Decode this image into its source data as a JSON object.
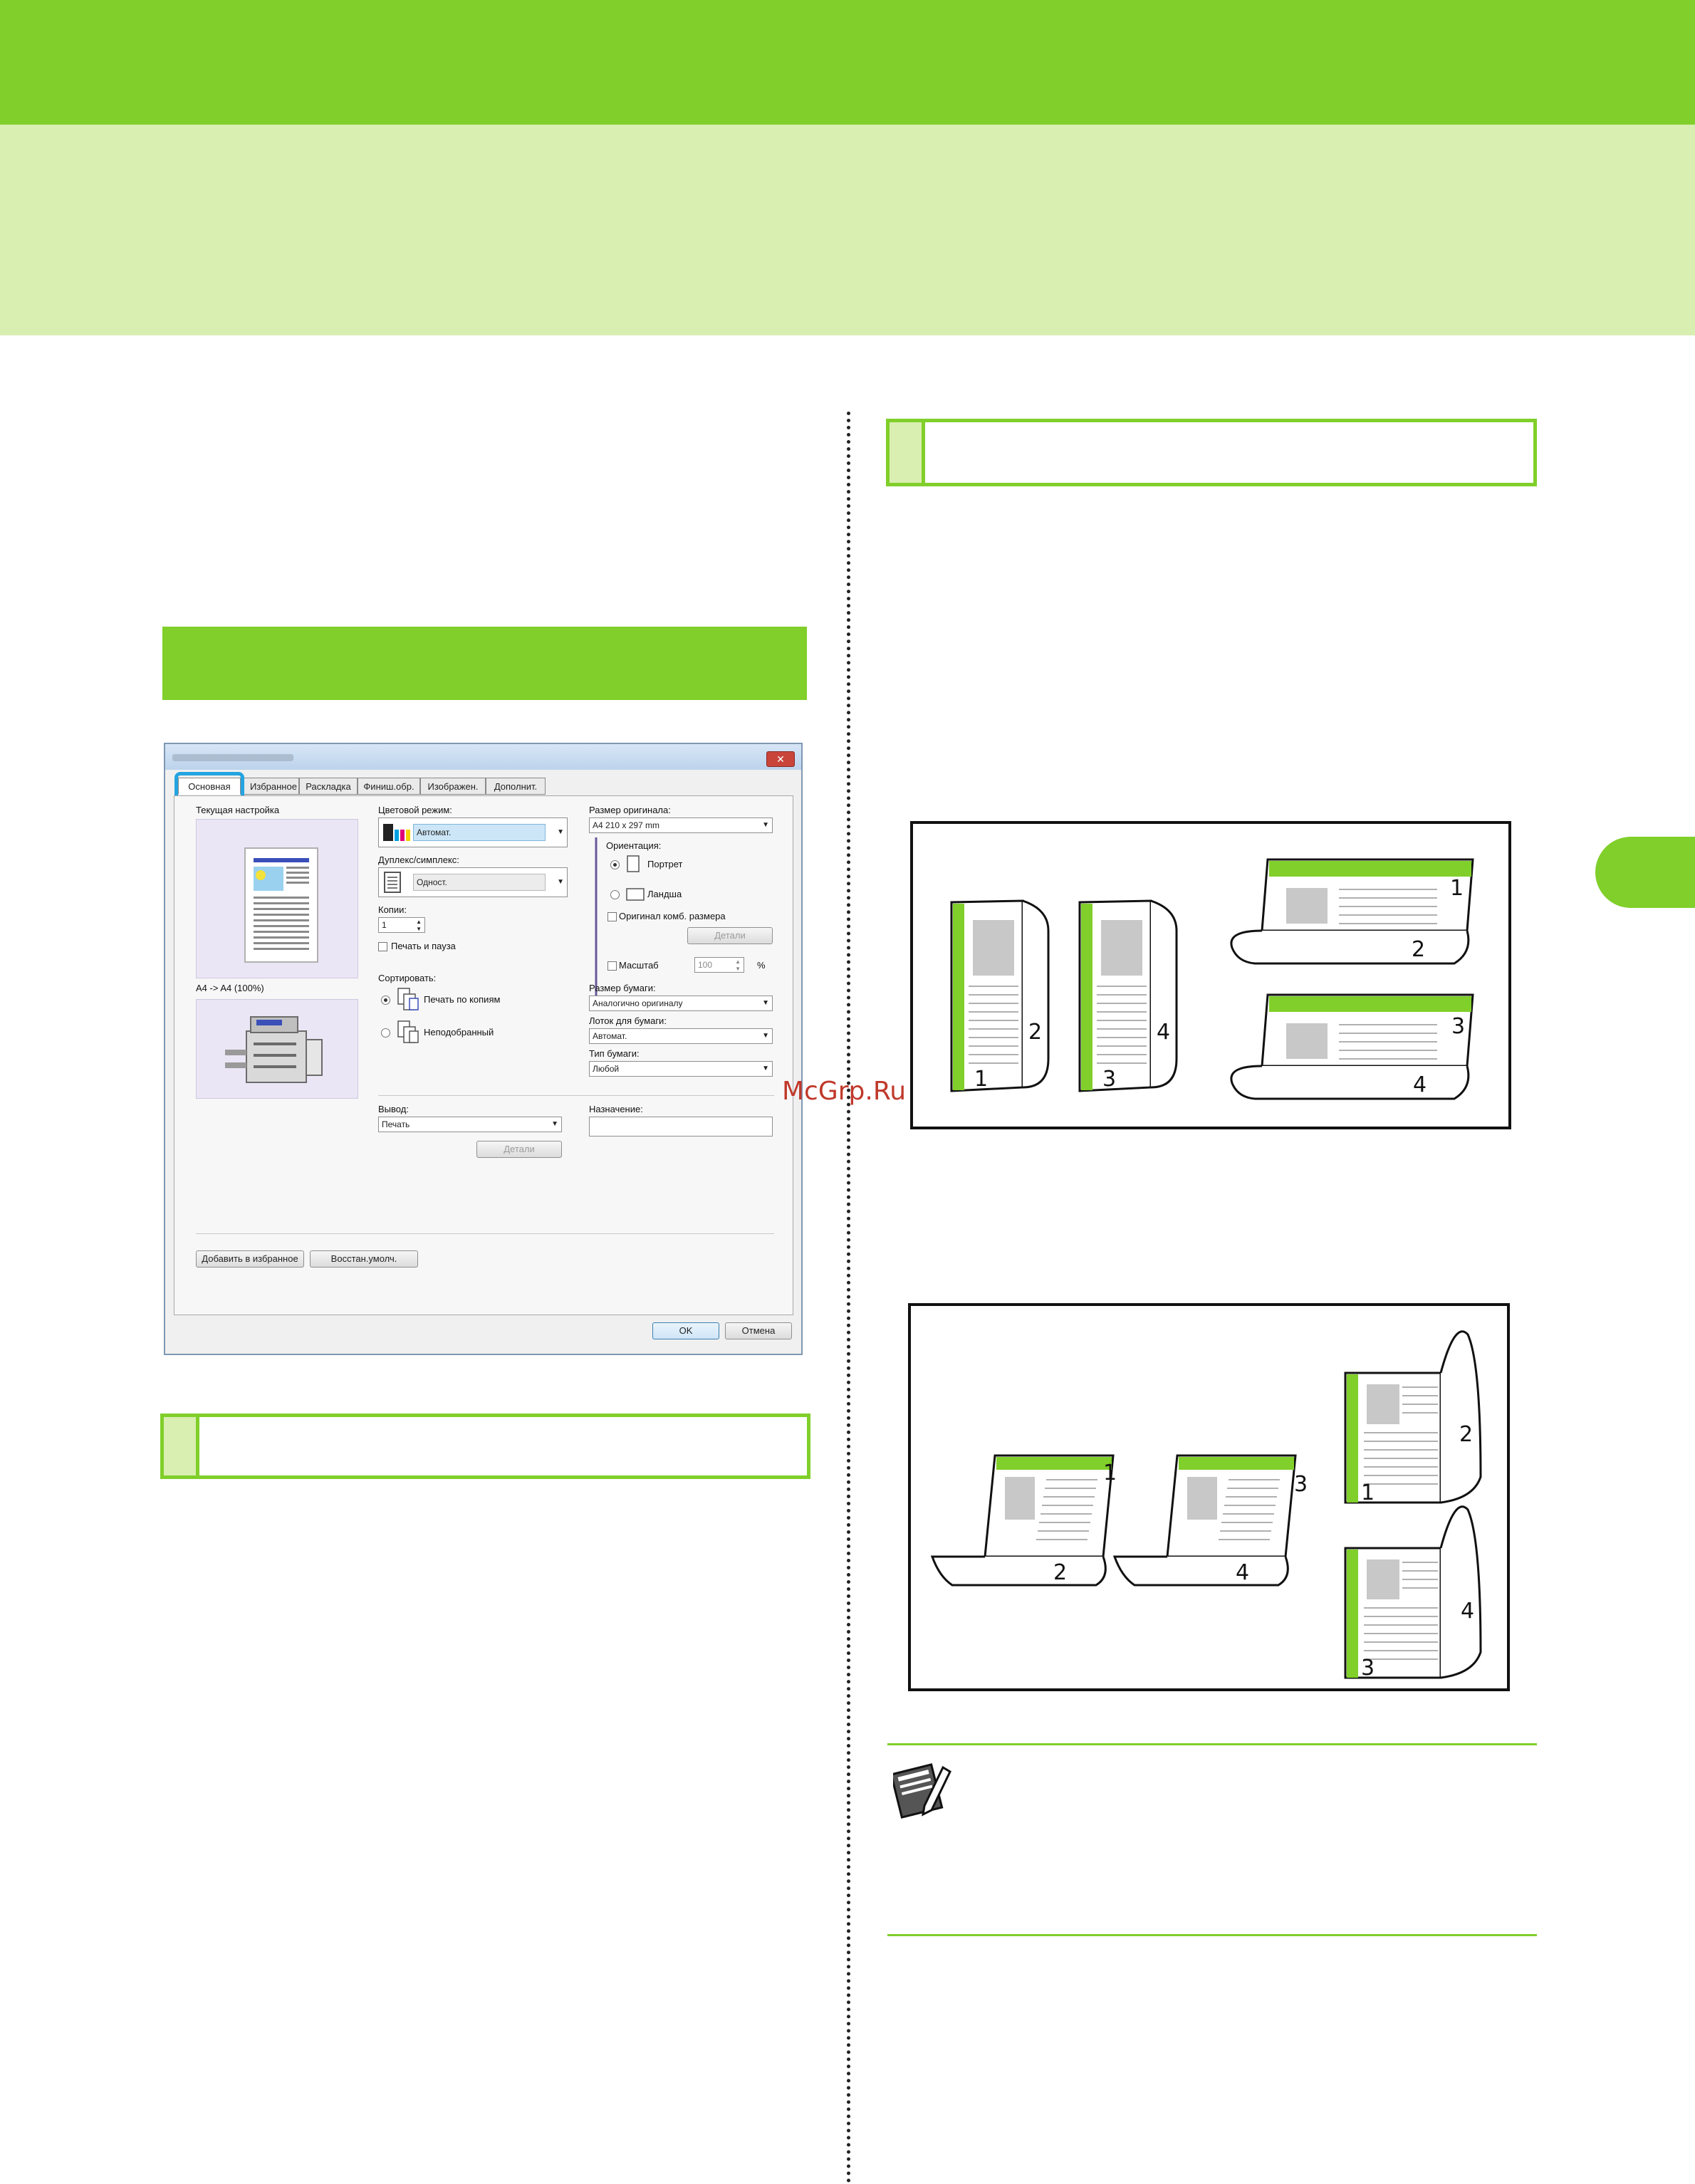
{
  "watermark": "McGrp.Ru",
  "dialog": {
    "tabs": [
      "Основная",
      "Избранное",
      "Раскладка",
      "Финиш.обр.",
      "Изображен.",
      "Дополнит."
    ],
    "current_setting_label": "Текущая настройка",
    "scale_info": "A4 -> A4 (100%)",
    "color_mode_label": "Цветовой режим:",
    "color_mode_value": "Автомат.",
    "duplex_label": "Дуплекс/симплекс:",
    "duplex_value": "Одност.",
    "copies_label": "Копии:",
    "copies_value": "1",
    "print_pause_label": "Печать и пауза",
    "sort_label": "Сортировать:",
    "sort_option_copies": "Печать по копиям",
    "sort_option_uncollated": "Неподобранный",
    "orig_size_label": "Размер оригинала:",
    "orig_size_value": "A4 210 x 297 mm",
    "orientation_label": "Ориентация:",
    "portrait_label": "Портрет",
    "landscape_label": "Ландша",
    "mixed_size_label": "Оригинал комб. размера",
    "details_label": "Детали",
    "zoom_label": "Масштаб",
    "zoom_value": "100",
    "zoom_unit": "%",
    "paper_size_label": "Размер бумаги:",
    "paper_size_value": "Аналогично оригиналу",
    "tray_label": "Лоток для бумаги:",
    "tray_value": "Автомат.",
    "paper_type_label": "Тип бумаги:",
    "paper_type_value": "Любой",
    "output_label": "Вывод:",
    "output_value": "Печать",
    "output_details_label": "Детали",
    "destination_label": "Назначение:",
    "destination_value": "",
    "add_favorite_label": "Добавить в избранное",
    "restore_default_label": "Восстан.умолч.",
    "ok_label": "OK",
    "cancel_label": "Отмена",
    "close_glyph": "✕"
  },
  "diagram_top": {
    "pages": [
      "1",
      "2",
      "3",
      "4",
      "1",
      "2",
      "3",
      "4"
    ]
  },
  "diagram_bottom": {
    "pages": [
      "1",
      "2",
      "3",
      "4",
      "1",
      "2",
      "3",
      "4"
    ]
  },
  "icons": {
    "note": "note-pencil-icon"
  },
  "colors": {
    "brand_green": "#80cf2a",
    "light_green": "#d9eeb1",
    "highlight_blue": "#23a4e0"
  }
}
